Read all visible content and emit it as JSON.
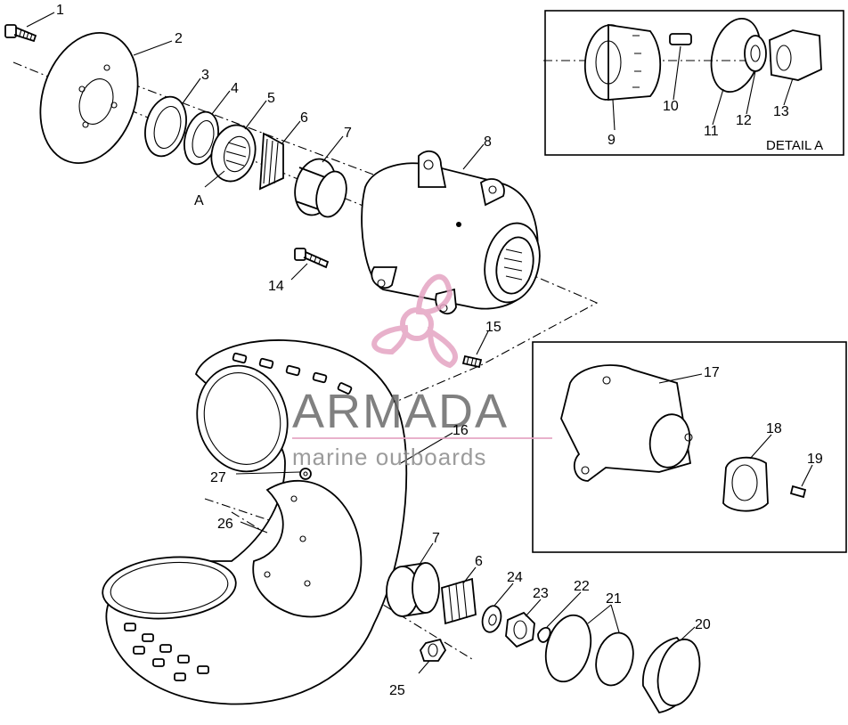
{
  "callouts": [
    {
      "id": "c1",
      "text": "1"
    },
    {
      "id": "c2",
      "text": "2"
    },
    {
      "id": "c3",
      "text": "3"
    },
    {
      "id": "c4",
      "text": "4"
    },
    {
      "id": "c5",
      "text": "5"
    },
    {
      "id": "c6a",
      "text": "6"
    },
    {
      "id": "c7a",
      "text": "7"
    },
    {
      "id": "c8",
      "text": "8"
    },
    {
      "id": "cA",
      "text": "A"
    },
    {
      "id": "c9",
      "text": "9"
    },
    {
      "id": "c10",
      "text": "10"
    },
    {
      "id": "c11",
      "text": "11"
    },
    {
      "id": "c12",
      "text": "12"
    },
    {
      "id": "c13",
      "text": "13"
    },
    {
      "id": "c14",
      "text": "14"
    },
    {
      "id": "c15",
      "text": "15"
    },
    {
      "id": "c16",
      "text": "16"
    },
    {
      "id": "c17",
      "text": "17"
    },
    {
      "id": "c18",
      "text": "18"
    },
    {
      "id": "c19",
      "text": "19"
    },
    {
      "id": "c20",
      "text": "20"
    },
    {
      "id": "c21",
      "text": "21"
    },
    {
      "id": "c22",
      "text": "22"
    },
    {
      "id": "c23",
      "text": "23"
    },
    {
      "id": "c24",
      "text": "24"
    },
    {
      "id": "c25",
      "text": "25"
    },
    {
      "id": "c26",
      "text": "26"
    },
    {
      "id": "c27",
      "text": "27"
    },
    {
      "id": "c6b",
      "text": "6"
    },
    {
      "id": "c7b",
      "text": "7"
    }
  ],
  "detail_a_label": "DETAIL A",
  "watermark": {
    "brand": "ARMADA",
    "tagline": "marine outboards",
    "logo_color": "#e5a4c3",
    "text_color": "#6b6b6b"
  }
}
